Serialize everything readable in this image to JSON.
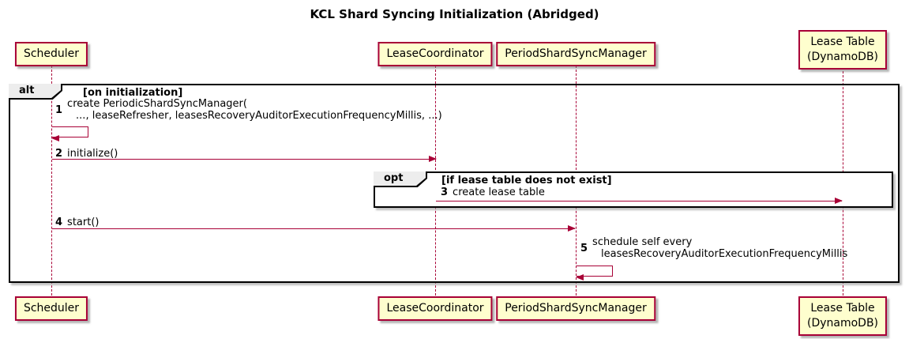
{
  "title": "KCL Shard Syncing Initialization (Abridged)",
  "participants": [
    {
      "id": "scheduler",
      "label": "Scheduler",
      "sublabel": ""
    },
    {
      "id": "lease-coordinator",
      "label": "LeaseCoordinator",
      "sublabel": ""
    },
    {
      "id": "period-shard-sync-manager",
      "label": "PeriodShardSyncManager",
      "sublabel": ""
    },
    {
      "id": "lease-table",
      "label": "Lease Table",
      "sublabel": "(DynamoDB)"
    }
  ],
  "frames": [
    {
      "operator": "alt",
      "condition": "[on initialization]"
    },
    {
      "operator": "opt",
      "condition": "[if lease table does not exist]"
    }
  ],
  "messages": [
    {
      "number": "1",
      "kind": "self",
      "from": "scheduler",
      "to": "scheduler",
      "line1": "create PeriodicShardSyncManager(",
      "line2": "..., leaseRefresher, leasesRecoveryAuditorExecutionFrequencyMillis, ...)"
    },
    {
      "number": "2",
      "kind": "solid",
      "from": "scheduler",
      "to": "lease-coordinator",
      "line1": "initialize()",
      "line2": ""
    },
    {
      "number": "3",
      "kind": "solid",
      "from": "lease-coordinator",
      "to": "lease-table",
      "line1": "create lease table",
      "line2": ""
    },
    {
      "number": "4",
      "kind": "solid",
      "from": "scheduler",
      "to": "period-shard-sync-manager",
      "line1": "start()",
      "line2": ""
    },
    {
      "number": "5",
      "kind": "self",
      "from": "period-shard-sync-manager",
      "to": "period-shard-sync-manager",
      "line1": "schedule self every",
      "line2": "leasesRecoveryAuditorExecutionFrequencyMillis"
    }
  ],
  "colors": {
    "background": "#FFFFFF",
    "participant_fill": "#FEFECE",
    "participant_border": "#A80036",
    "message_line": "#A80036",
    "frame_border": "#000000",
    "frame_label_fill": "#EDEDED",
    "text": "#000000"
  }
}
